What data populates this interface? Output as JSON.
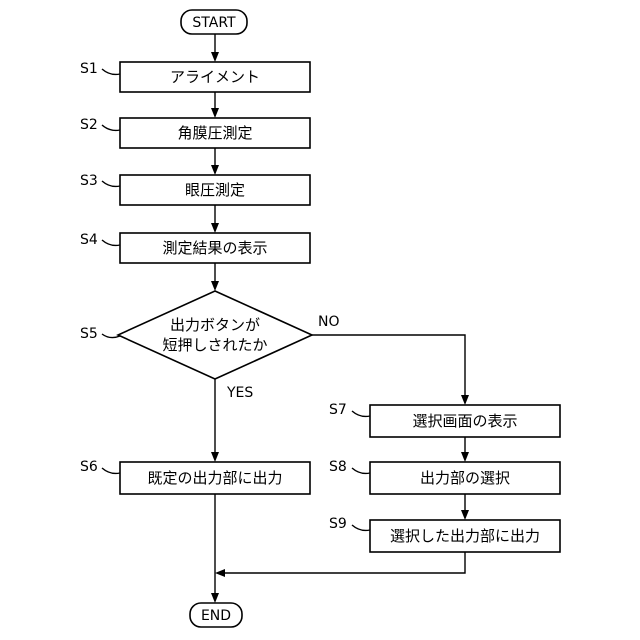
{
  "flowchart": {
    "start": "START",
    "end": "END",
    "steps": {
      "s1": {
        "id": "S1",
        "label": "アライメント"
      },
      "s2": {
        "id": "S2",
        "label": "角膜圧測定"
      },
      "s3": {
        "id": "S3",
        "label": "眼圧測定"
      },
      "s4": {
        "id": "S4",
        "label": "測定結果の表示"
      },
      "s5": {
        "id": "S5",
        "line1": "出力ボタンが",
        "line2": "短押しされたか"
      },
      "s6": {
        "id": "S6",
        "label": "既定の出力部に出力"
      },
      "s7": {
        "id": "S7",
        "label": "選択画面の表示"
      },
      "s8": {
        "id": "S8",
        "label": "出力部の選択"
      },
      "s9": {
        "id": "S9",
        "label": "選択した出力部に出力"
      }
    },
    "branch_yes": "YES",
    "branch_no": "NO"
  }
}
